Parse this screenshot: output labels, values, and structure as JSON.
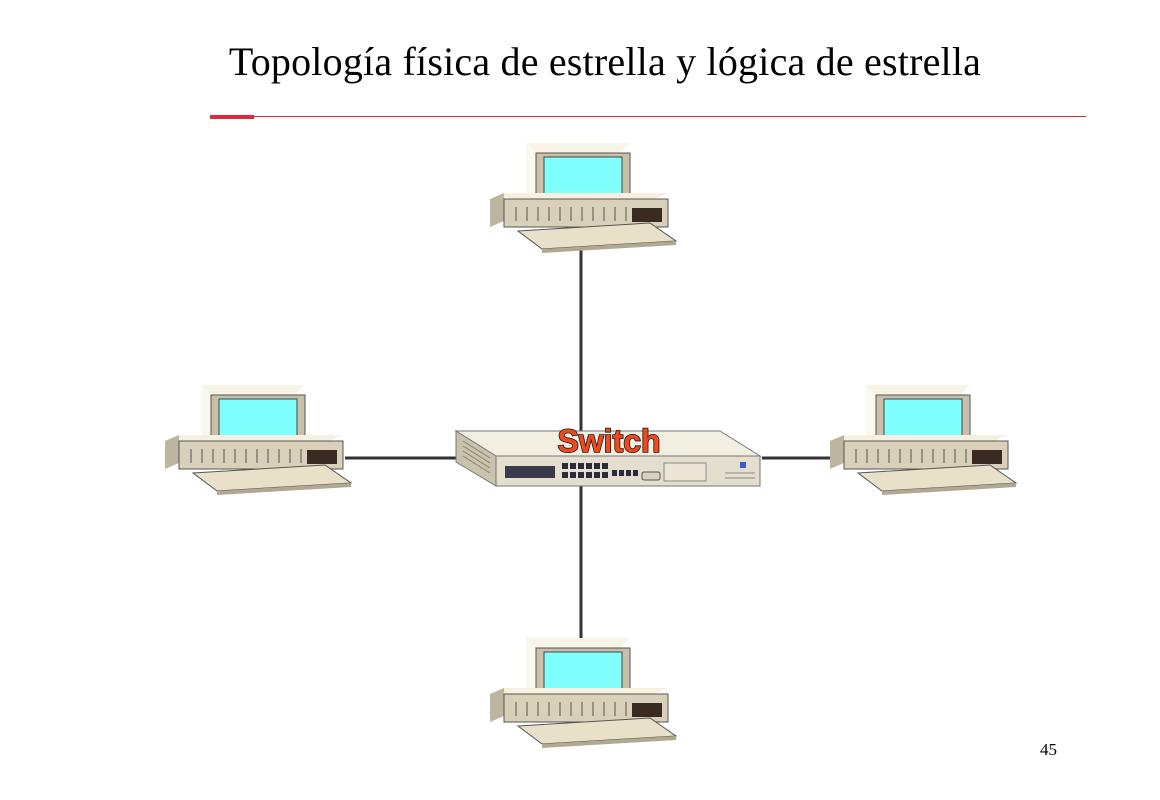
{
  "slide": {
    "title": "Topología física de estrella y lógica de estrella",
    "page_number": "45"
  },
  "diagram": {
    "center_device": {
      "label": "Switch",
      "label_color": "#f04a1c"
    },
    "nodes": [
      "computer-top",
      "computer-left",
      "computer-right",
      "computer-bottom"
    ],
    "colors": {
      "accent": "#e0283a",
      "screen": "#80ffff",
      "case": "#e8e0c8",
      "link": "#333333"
    }
  }
}
